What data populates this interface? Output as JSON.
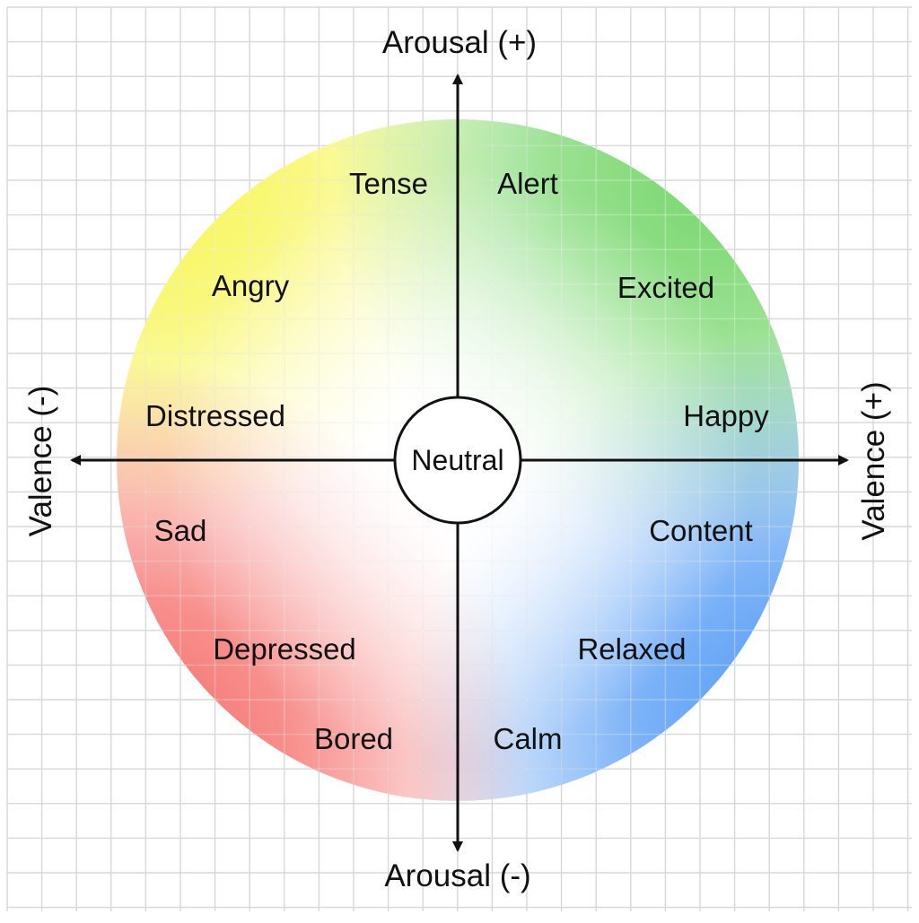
{
  "axes": {
    "arousal_positive": "Arousal (+)",
    "arousal_negative": "Arousal (-)",
    "valence_negative": "Valence (-)",
    "valence_positive": "Valence (+)"
  },
  "center": {
    "label": "Neutral"
  },
  "emotions": [
    {
      "key": "tense",
      "label": "Tense"
    },
    {
      "key": "alert",
      "label": "Alert"
    },
    {
      "key": "angry",
      "label": "Angry"
    },
    {
      "key": "excited",
      "label": "Excited"
    },
    {
      "key": "distressed",
      "label": "Distressed"
    },
    {
      "key": "happy",
      "label": "Happy"
    },
    {
      "key": "sad",
      "label": "Sad"
    },
    {
      "key": "content",
      "label": "Content"
    },
    {
      "key": "depressed",
      "label": "Depressed"
    },
    {
      "key": "relaxed",
      "label": "Relaxed"
    },
    {
      "key": "bored",
      "label": "Bored"
    },
    {
      "key": "calm",
      "label": "Calm"
    }
  ],
  "colors": {
    "grid": "#d7d7d7",
    "axis": "#111111",
    "yellow": "#f7f53b",
    "green": "#6bd45f",
    "blue": "#3f8ff4",
    "red": "#f45b57",
    "center_fill": "#ffffff"
  }
}
